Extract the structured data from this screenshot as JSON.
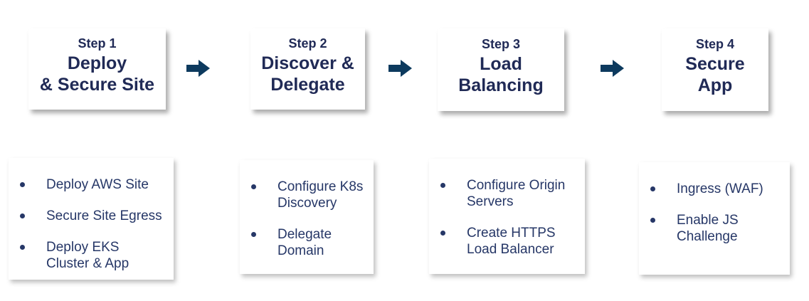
{
  "colors": {
    "heading_text": "#202A56",
    "list_text": "#263767",
    "arrow": "#0D3A5E",
    "card_background": "#FFFFFF",
    "page_background": "#FFFFFF"
  },
  "flow_arrow_icon": "block-arrow-right",
  "steps": [
    {
      "label": "Step 1",
      "title_lines": [
        "Deploy",
        "& Secure Site"
      ],
      "bullets": [
        {
          "lines": [
            "Deploy AWS Site"
          ]
        },
        {
          "lines": [
            "Secure Site Egress"
          ]
        },
        {
          "lines": [
            "Deploy EKS",
            "Cluster & App"
          ]
        }
      ]
    },
    {
      "label": "Step 2",
      "title_lines": [
        "Discover &",
        "Delegate"
      ],
      "bullets": [
        {
          "lines": [
            "Configure K8s",
            "Discovery"
          ]
        },
        {
          "lines": [
            "Delegate",
            "Domain"
          ]
        }
      ]
    },
    {
      "label": "Step 3",
      "title_lines": [
        "Load",
        "Balancing"
      ],
      "bullets": [
        {
          "lines": [
            "Configure Origin",
            "Servers"
          ]
        },
        {
          "lines": [
            "Create HTTPS",
            "Load Balancer"
          ]
        }
      ]
    },
    {
      "label": "Step 4",
      "title_lines": [
        "Secure",
        "App"
      ],
      "bullets": [
        {
          "lines": [
            "Ingress (WAF)"
          ]
        },
        {
          "lines": [
            "Enable JS",
            "Challenge"
          ]
        }
      ]
    }
  ]
}
